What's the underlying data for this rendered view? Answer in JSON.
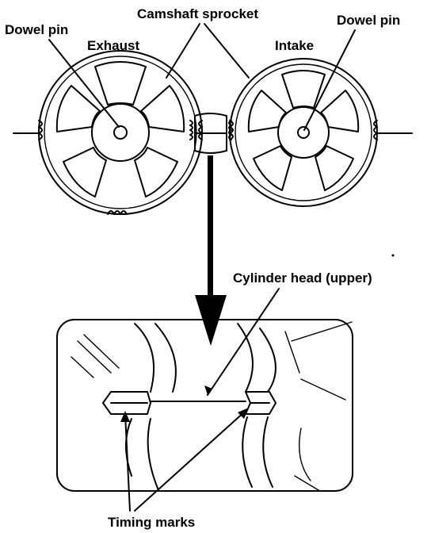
{
  "labels": {
    "dowel_pin_left": "Dowel pin",
    "camshaft_sprocket": "Camshaft sprocket",
    "dowel_pin_right": "Dowel pin",
    "exhaust": "Exhaust",
    "intake": "Intake",
    "cylinder_head": "Cylinder head (upper)",
    "timing_marks": "Timing marks"
  }
}
